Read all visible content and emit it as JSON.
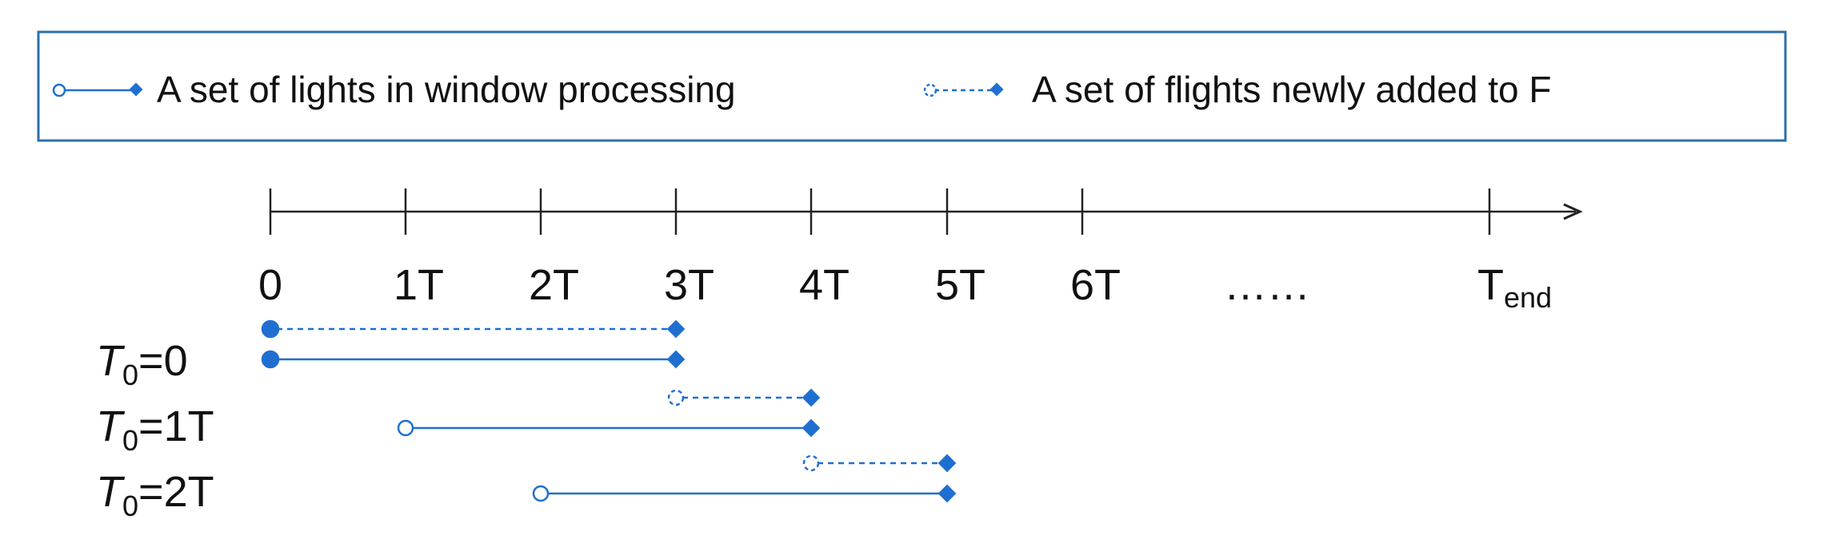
{
  "legend": {
    "solid_label": "A set of lights in window processing",
    "dashed_label": "A set of flights newly added to F"
  },
  "colors": {
    "accent": "#1f6fd1",
    "axis": "#222222",
    "legend_border": "#2d6fa8"
  },
  "axis": {
    "ticks": [
      {
        "label": "0",
        "sub": ""
      },
      {
        "label": "1T",
        "sub": ""
      },
      {
        "label": "2T",
        "sub": ""
      },
      {
        "label": "3T",
        "sub": ""
      },
      {
        "label": "4T",
        "sub": ""
      },
      {
        "label": "5T",
        "sub": ""
      },
      {
        "label": "6T",
        "sub": ""
      },
      {
        "label": "T",
        "sub": "end"
      }
    ],
    "ellipsis": "……"
  },
  "rows": [
    {
      "label_main": "T",
      "label_sub": "0",
      "label_rest": "=0",
      "dashed": {
        "start": 0,
        "end": 3,
        "start_marker": "filled"
      },
      "solid": {
        "start": 0,
        "end": 3,
        "start_marker": "filled"
      }
    },
    {
      "label_main": "T",
      "label_sub": "0",
      "label_rest": "=1T",
      "dashed": {
        "start": 3,
        "end": 4,
        "start_marker": "open"
      },
      "solid": {
        "start": 1,
        "end": 4,
        "start_marker": "open"
      }
    },
    {
      "label_main": "T",
      "label_sub": "0",
      "label_rest": "=2T",
      "dashed": {
        "start": 4,
        "end": 5,
        "start_marker": "open"
      },
      "solid": {
        "start": 2,
        "end": 5,
        "start_marker": "open"
      }
    }
  ]
}
